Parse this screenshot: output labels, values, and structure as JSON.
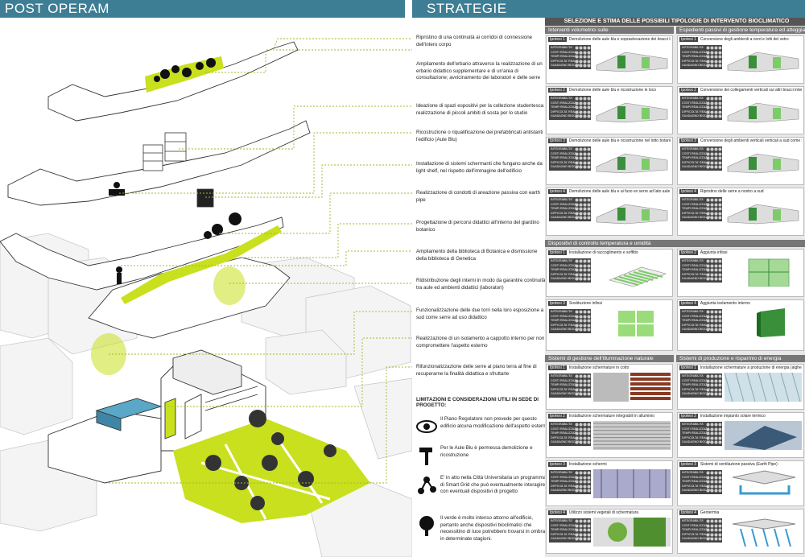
{
  "left_header": "POST OPERAM",
  "right_header": "STRATEGIE",
  "callouts": [
    "Ripristino di una continuità ai corridoi di connessione dell'intero corpo",
    "Ampliamento dell'erbario attraverso la realizzazione di un erbario didattico supplementare e di un'area di consultazione; avvicinamento dei laboratori e delle serre",
    "Ideazione di spazi espositivi per la collezione studentesca e realizzazione di piccoli ambiti di sosta per lo studio",
    "Ricostruzione o riqualificazione dei prefabbricati antistanti l'edificio (Aule Blu)",
    "Installazione di sistemi schermanti che fungano anche da light shelf, nel rispetto dell'immagine dell'edificio",
    "Realizzazione di condotti di areazione passiva con earth pipe",
    "Progettazione di percorsi didattici all'interno del giardino botanico",
    "Ampliamento della biblioteca di Botanica e dismissione della biblioteca di Genetica",
    "Ridistribuzione degli interni in modo da garantire continuità tra aule ed ambienti didattici (laboratori)",
    "Funzionalizzazione delle due torri nella loro esposizione a sud come serre ad uso didattico",
    "Realizzazione di un isolamento a cappotto interno per non compromettere l'aspetto esterno",
    "Rifunzionalizzazione delle serre al piano terra al fine di recuperarne la finalità didattica e sfruttarle"
  ],
  "limits_title": "LIMITAZIONI E CONSIDERAZIONI UTILI IN SEDE DI PROGETTO:",
  "limits": [
    {
      "icon": "eye-icon",
      "text": "Il Piano Regolatore non prevede per questo edificio alcuna modificazione dell'aspetto esterno"
    },
    {
      "icon": "hammer-icon",
      "text": "Per le Aule Blu è permessa demolizione e ricostruzione"
    },
    {
      "icon": "network-icon",
      "text": "E' in atto nella Città Universitaria un programma di Smart Grid che può eventualmente interagire con eventuali dispositivi di progetto"
    },
    {
      "icon": "tree-icon",
      "text": "Il verde è molto intenso attorno all'edificio, pertanto anche dispositivi bioclimatici che necessitino di luce potrebbero trovarsi in ombra in determinate stagioni."
    }
  ],
  "strategie_title": "SELEZIONE E STIMA DELLE POSSIBILI TIPOLOGIE DI INTERVENTO BIOCLIMATICO",
  "bands": [
    {
      "left": "Interventi volumetrici sulle",
      "right": "Espedienti passivi di gestione temperatura ed atteggiamento"
    },
    {
      "left": "Dispositivi di controllo temperatura e umidità",
      "right": ""
    },
    {
      "left": "Sistemi di gestione dell'illuminazione naturale",
      "right": "Sistemi di produzione e risparmio di energia"
    }
  ],
  "table_rows": [
    "INTEGRABILITA'",
    "COSTI REALIZZAZ.",
    "TEMPI REALIZZAZ.",
    "DIFFICOLTA' REALIZ.",
    "GUADAGNO BIOCLIM."
  ],
  "cards_left": [
    {
      "tag": "Ipotesi 1",
      "title": "Demolizione delle aule blu e sopraelevazione dei bracci laterali",
      "pic": "volume"
    },
    {
      "tag": "Ipotesi 2",
      "title": "Demolizione delle aule blu e ricostruzione in loco",
      "pic": "volume"
    },
    {
      "tag": "Ipotesi 3",
      "title": "Demolizione delle aule blu e ricostruzione nel lotto botanico",
      "pic": "volume"
    },
    {
      "tag": "Ipotesi 4",
      "title": "Demolizione delle aule blu e ai fuso ex serre ad lato aule",
      "pic": "volume"
    },
    {
      "tag": "Ipotesi 1",
      "title": "Installazione di raccoglimento e soffitto",
      "pic": "radiant"
    },
    {
      "tag": "Ipotesi 3",
      "title": "Sostituzione infissi",
      "pic": "window"
    },
    {
      "tag": "Ipotesi 1",
      "title": "Installazione schermature in cotto",
      "pic": "cotto"
    },
    {
      "tag": "Ipotesi 2",
      "title": "Installazione schermature integrabili in alluminio",
      "pic": "louvre"
    },
    {
      "tag": "Ipotesi 3",
      "title": "Installazione schermi",
      "pic": "facade"
    },
    {
      "tag": "Ipotesi 4",
      "title": "Utilizzo sistemi vegetali di schermatura",
      "pic": "green"
    }
  ],
  "cards_right": [
    {
      "tag": "Ipotesi 1",
      "title": "Conversione degli ambienti a nord e lotti del vetro",
      "pic": "volume"
    },
    {
      "tag": "Ipotesi 2",
      "title": "Conversione dei collegamenti verticali sui altri bracci interni",
      "pic": "volume"
    },
    {
      "tag": "Ipotesi 3",
      "title": "Conversione degli ambienti verticali verticali a sud come serre bioclimatiche",
      "pic": "volume"
    },
    {
      "tag": "Ipotesi 4",
      "title": "Ripristino delle serre a nostro a sud",
      "pic": "volume"
    },
    {
      "tag": "Ipotesi 2",
      "title": "Aggiunta infissi",
      "pic": "glazing"
    },
    {
      "tag": "Ipotesi 4",
      "title": "Aggiunta isolamento interno",
      "pic": "insulation"
    },
    {
      "tag": "Ipotesi 1",
      "title": "Installazione schermature a produzione di energia (alghe, fotovoltaico)",
      "pic": "pv"
    },
    {
      "tag": "Ipotesi 2",
      "title": "Installazione impianto solare termico",
      "pic": "solar"
    },
    {
      "tag": "Ipotesi 3",
      "title": "Sistemi di ventilazione passiva (Earth Pipe)",
      "pic": "pipe"
    },
    {
      "tag": "Ipotesi 4",
      "title": "Geotermia",
      "pic": "geo"
    }
  ],
  "colors": {
    "header": "#3d7e95",
    "accent": "#c8e01e",
    "leader": "#a3b82a",
    "panel": "#e8e8e8"
  }
}
